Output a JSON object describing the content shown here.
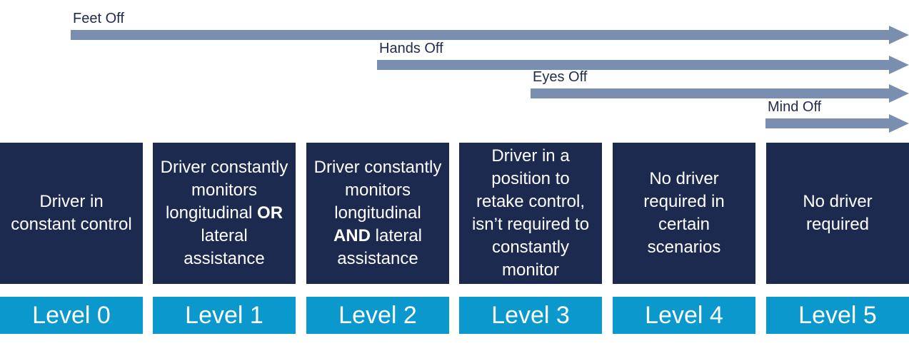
{
  "colors": {
    "box_bg": "#1c2a4f",
    "level_bg": "#0b98cc",
    "arrow": "#7a8fb0",
    "label_text": "#1f2b4c"
  },
  "arrows": [
    {
      "label": "Feet Off"
    },
    {
      "label": "Hands Off"
    },
    {
      "label": "Eyes Off"
    },
    {
      "label": "Mind Off"
    }
  ],
  "levels": [
    {
      "label": "Level 0",
      "description": "Driver in constant control"
    },
    {
      "label": "Level 1",
      "description_pre": "Driver constantly monitors longitudinal ",
      "description_bold": "OR",
      "description_post": " lateral assistance"
    },
    {
      "label": "Level 2",
      "description_pre": "Driver constantly monitors longitudinal ",
      "description_bold": "AND",
      "description_post": " lateral assistance"
    },
    {
      "label": "Level 3",
      "description": "Driver in a position to retake control, isn’t required to constantly monitor"
    },
    {
      "label": "Level 4",
      "description": "No driver required in certain scenarios"
    },
    {
      "label": "Level 5",
      "description": "No driver required"
    }
  ]
}
